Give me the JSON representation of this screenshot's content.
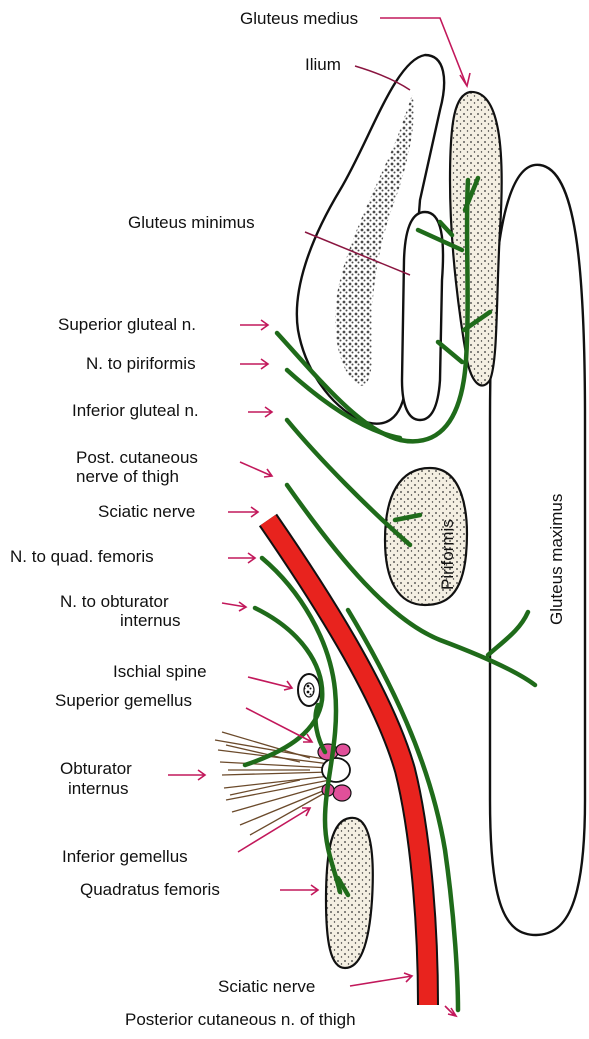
{
  "labels": {
    "gluteus_medius": "Gluteus medius",
    "ilium": "Ilium",
    "gluteus_minimus": "Gluteus minimus",
    "superior_gluteal_n": "Superior gluteal n.",
    "n_to_piriformis": "N. to piriformis",
    "inferior_gluteal_n": "Inferior gluteal n.",
    "post_cutaneous_line1": "Post. cutaneous",
    "post_cutaneous_line2": "nerve of thigh",
    "sciatic_nerve_top": "Sciatic nerve",
    "n_to_quad_femoris": "N. to quad. femoris",
    "n_to_obturator_line1": "N. to obturator",
    "n_to_obturator_line2": "internus",
    "ischial_spine": "Ischial spine",
    "superior_gemellus": "Superior gemellus",
    "obturator_internus_line1": "Obturator",
    "obturator_internus_line2": "internus",
    "inferior_gemellus": "Inferior gemellus",
    "quadratus_femoris": "Quadratus femoris",
    "sciatic_nerve_bottom": "Sciatic nerve",
    "posterior_cutaneous_bottom": "Posterior cutaneous n. of thigh",
    "piriformis": "Piriformis",
    "gluteus_maximus": "Gluteus maximus"
  },
  "colors": {
    "nerve_green": "#1f6b1a",
    "sciatic_red": "#e8231e",
    "label_arrow": "#c2185b",
    "gemellus_pink": "#e0509a",
    "stipple_fill": "#f2ede0"
  }
}
